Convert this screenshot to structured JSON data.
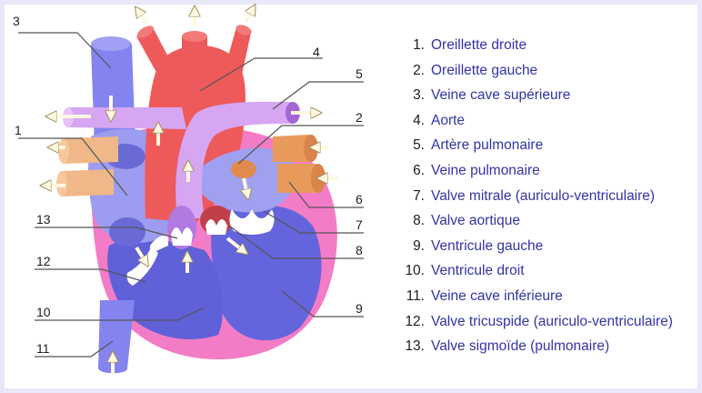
{
  "colors": {
    "background": "#e8e8f8",
    "legend_text": "#3333a6",
    "oxygenated": "#ee5a5a",
    "deoxygenated": "#7474ec",
    "pulmonary_artery": "#d6a6f2",
    "pulmonary_vein": "#e8a064",
    "myocardium": "#f37cc6",
    "valve": "#ffffff"
  },
  "legend": [
    {
      "num": "1.",
      "label": "Oreillette droite"
    },
    {
      "num": "2.",
      "label": "Oreillette gauche"
    },
    {
      "num": "3.",
      "label": "Veine cave supérieure"
    },
    {
      "num": "4.",
      "label": "Aorte"
    },
    {
      "num": "5.",
      "label": "Artère pulmonaire"
    },
    {
      "num": "6.",
      "label": "Veine pulmonaire"
    },
    {
      "num": "7.",
      "label": "Valve mitrale (auriculo-ventriculaire)"
    },
    {
      "num": "8.",
      "label": "Valve aortique"
    },
    {
      "num": "9.",
      "label": "Ventricule gauche"
    },
    {
      "num": "10.",
      "label": "Ventricule droit"
    },
    {
      "num": "11.",
      "label": "Veine cave inférieure"
    },
    {
      "num": "12.",
      "label": "Valve tricuspide (auriculo-ventriculaire)"
    },
    {
      "num": "13.",
      "label": "Valve sigmoïde (pulmonaire)"
    }
  ],
  "callouts": {
    "n1": "1",
    "n2": "2",
    "n3": "3",
    "n4": "4",
    "n5": "5",
    "n6": "6",
    "n7": "7",
    "n8": "8",
    "n9": "9",
    "n10": "10",
    "n11": "11",
    "n12": "12",
    "n13": "13"
  }
}
